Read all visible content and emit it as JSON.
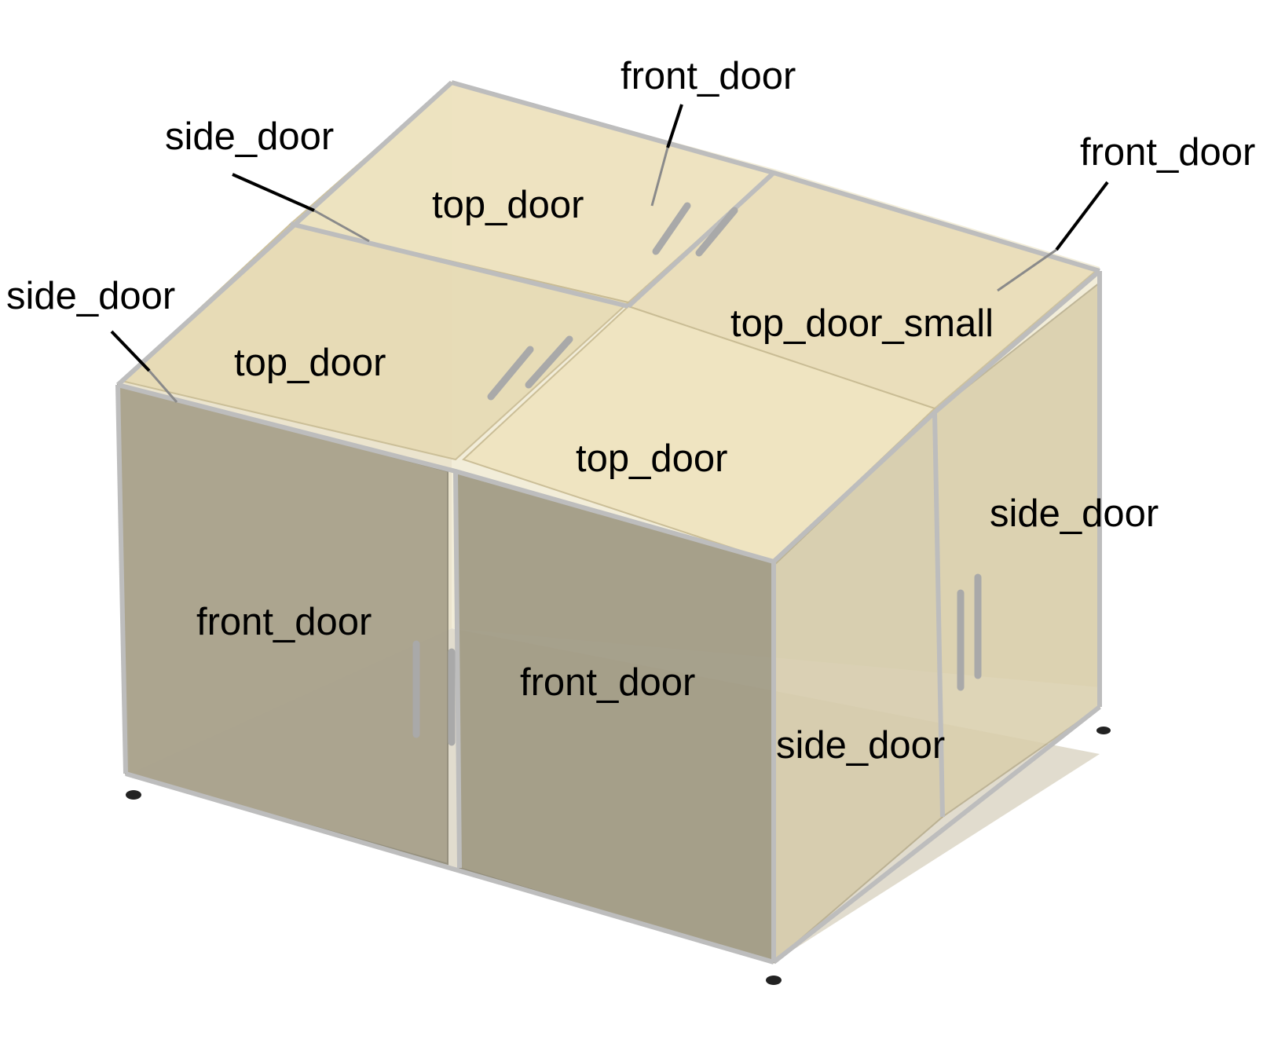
{
  "labels": {
    "front_door_top": "front_door",
    "side_door_upper": "side_door",
    "front_door_right": "front_door",
    "side_door_left": "side_door",
    "top_door_back": "top_door",
    "top_door_left": "top_door",
    "top_door_small": "top_door_small",
    "top_door_front": "top_door",
    "side_door_right": "side_door",
    "front_door_left": "front_door",
    "front_door_center": "front_door",
    "side_door_bottom": "side_door"
  },
  "colors": {
    "panel_light": "#e6d9b3",
    "panel_mid": "#d4c8a6",
    "panel_front": "#a49e87",
    "frame": "#bcbcbc",
    "leader": "#000000"
  }
}
